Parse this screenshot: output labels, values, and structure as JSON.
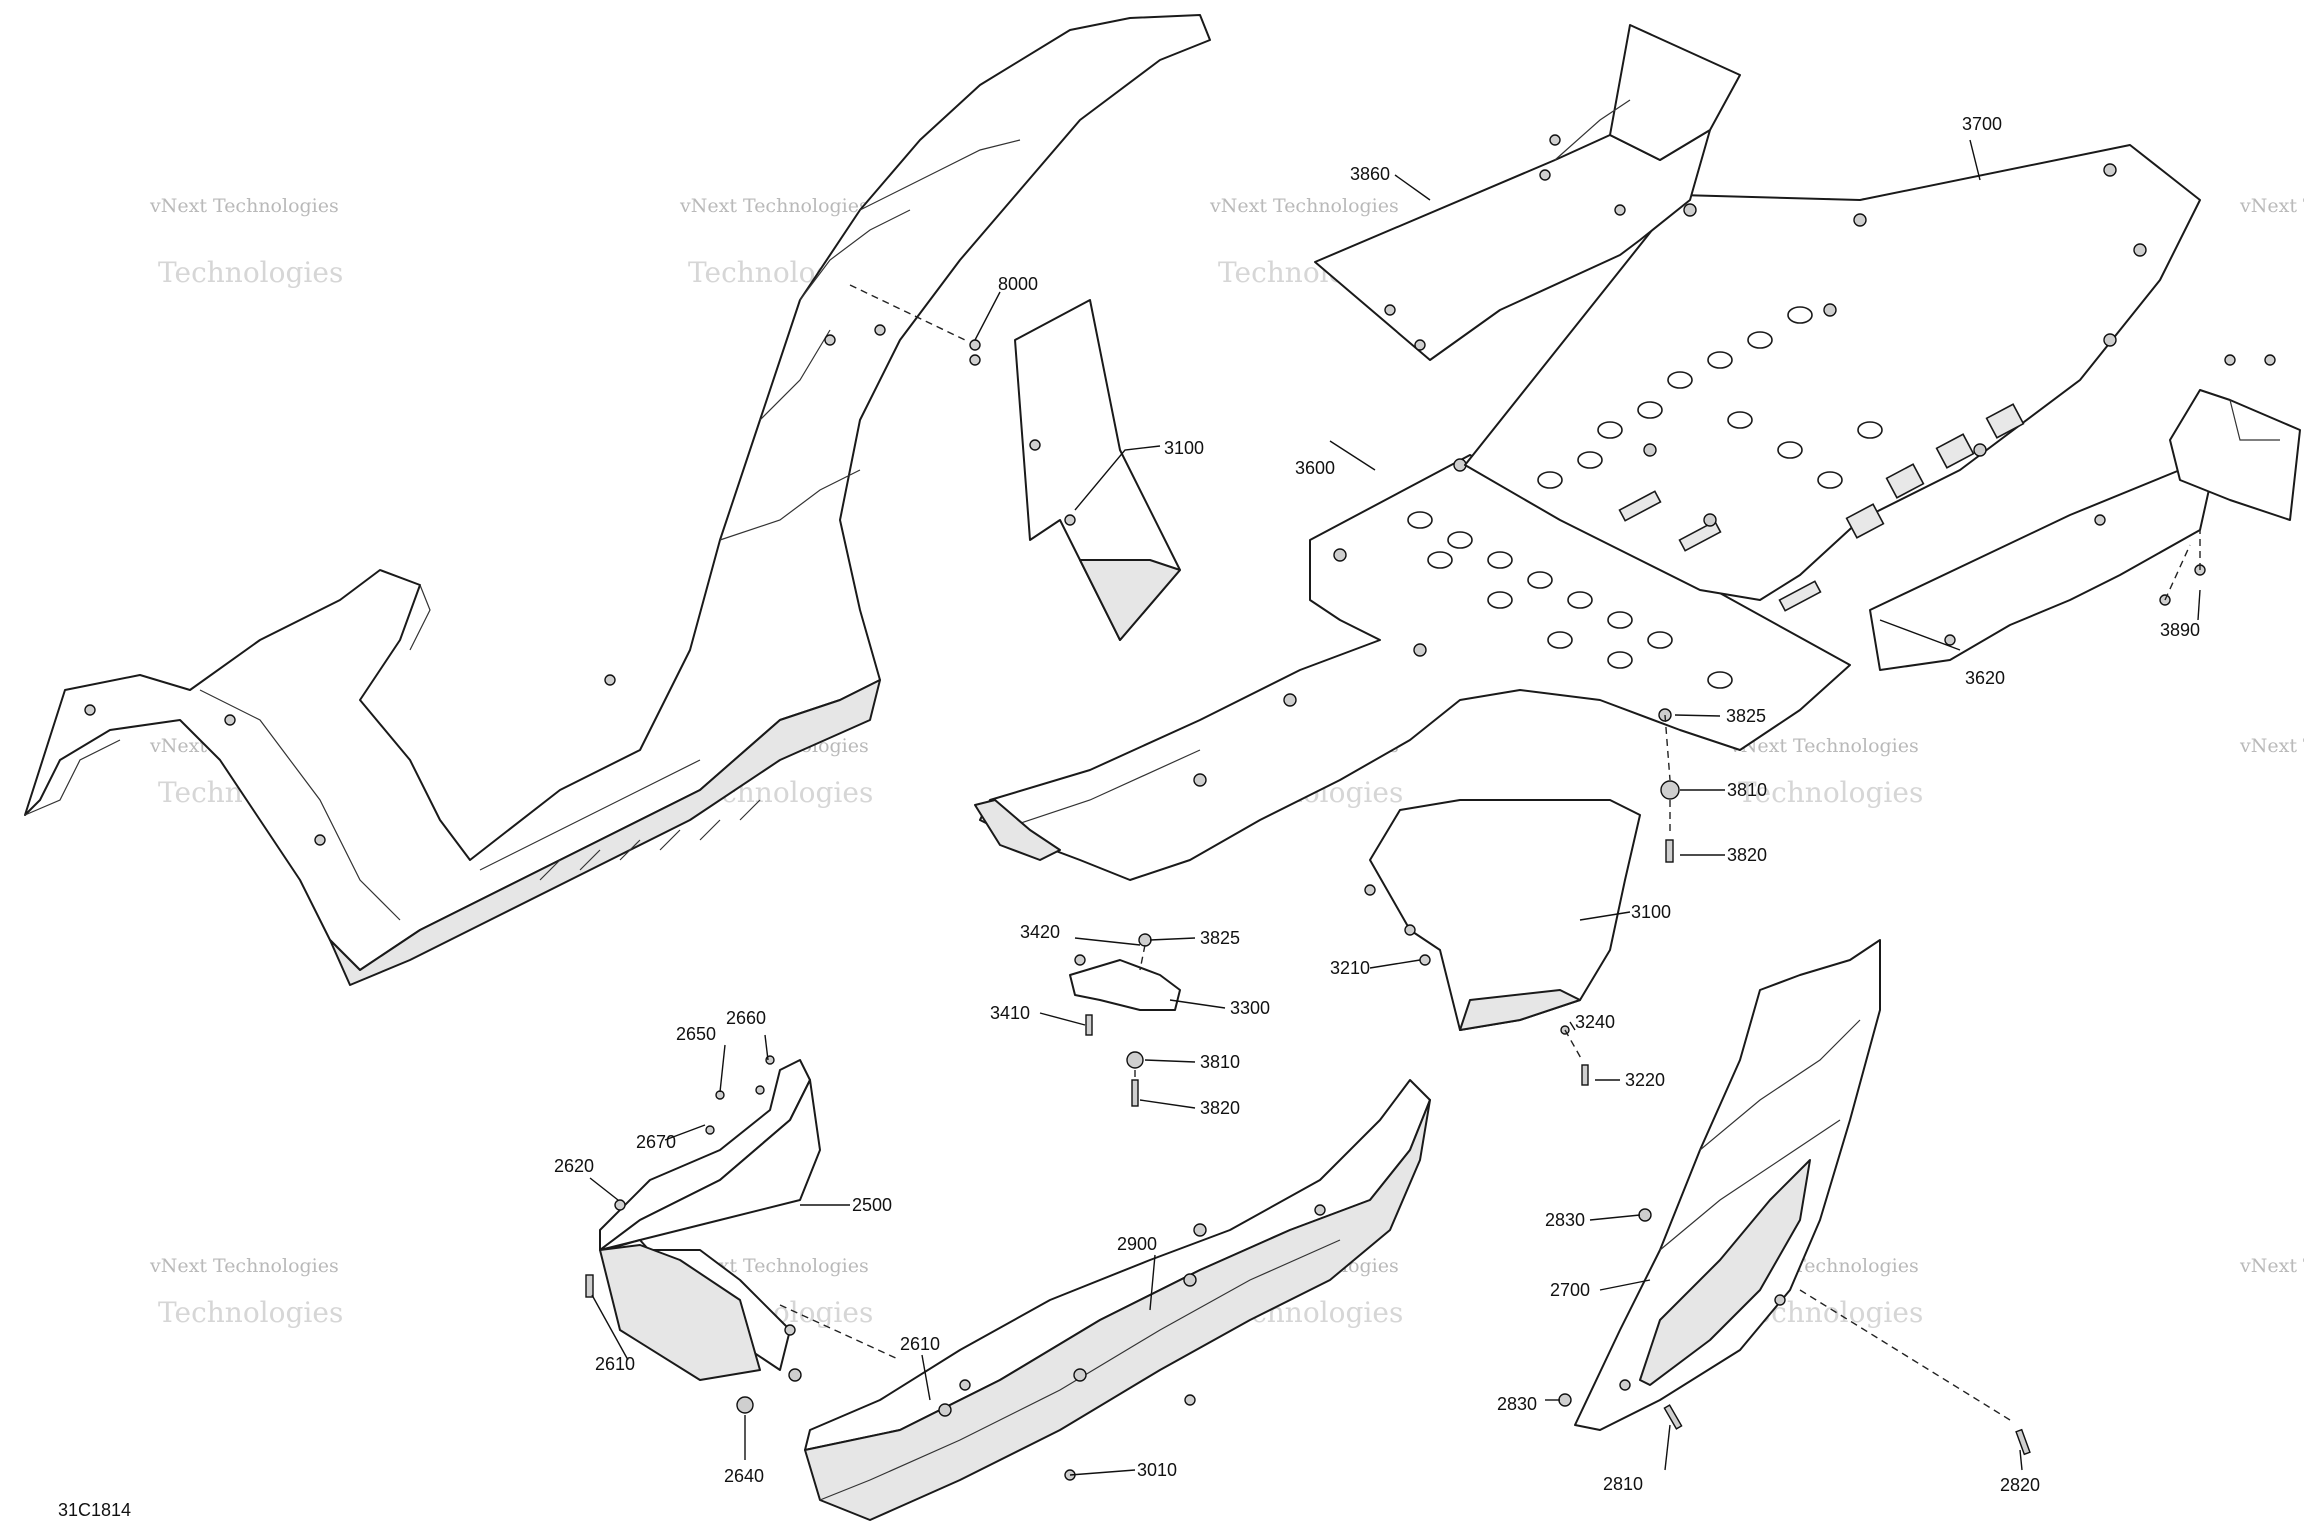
{
  "diagram_code": "31C1814",
  "watermark": {
    "line1": "vNext Technologies",
    "line2": "Technologies",
    "color": "#b9b9b9"
  },
  "callouts": [
    {
      "id": "8000",
      "label": "8000"
    },
    {
      "id": "3100a",
      "label": "3100"
    },
    {
      "id": "3600",
      "label": "3600"
    },
    {
      "id": "3860",
      "label": "3860"
    },
    {
      "id": "3700",
      "label": "3700"
    },
    {
      "id": "3620",
      "label": "3620"
    },
    {
      "id": "3890",
      "label": "3890"
    },
    {
      "id": "3825a",
      "label": "3825"
    },
    {
      "id": "3810a",
      "label": "3810"
    },
    {
      "id": "3820a",
      "label": "3820"
    },
    {
      "id": "3100b",
      "label": "3100"
    },
    {
      "id": "3210",
      "label": "3210"
    },
    {
      "id": "3240",
      "label": "3240"
    },
    {
      "id": "3220",
      "label": "3220"
    },
    {
      "id": "3420",
      "label": "3420"
    },
    {
      "id": "3825b",
      "label": "3825"
    },
    {
      "id": "3300",
      "label": "3300"
    },
    {
      "id": "3410",
      "label": "3410"
    },
    {
      "id": "3810b",
      "label": "3810"
    },
    {
      "id": "3820b",
      "label": "3820"
    },
    {
      "id": "2650",
      "label": "2650"
    },
    {
      "id": "2660",
      "label": "2660"
    },
    {
      "id": "2670",
      "label": "2670"
    },
    {
      "id": "2620",
      "label": "2620"
    },
    {
      "id": "2500",
      "label": "2500"
    },
    {
      "id": "2610a",
      "label": "2610"
    },
    {
      "id": "2610b",
      "label": "2610"
    },
    {
      "id": "2640",
      "label": "2640"
    },
    {
      "id": "2900",
      "label": "2900"
    },
    {
      "id": "3010",
      "label": "3010"
    },
    {
      "id": "2830a",
      "label": "2830"
    },
    {
      "id": "2700",
      "label": "2700"
    },
    {
      "id": "2830b",
      "label": "2830"
    },
    {
      "id": "2810",
      "label": "2810"
    },
    {
      "id": "2820",
      "label": "2820"
    }
  ],
  "colors": {
    "line": "#1a1a1a",
    "background": "#ffffff",
    "watermark": "#b9b9b9"
  }
}
